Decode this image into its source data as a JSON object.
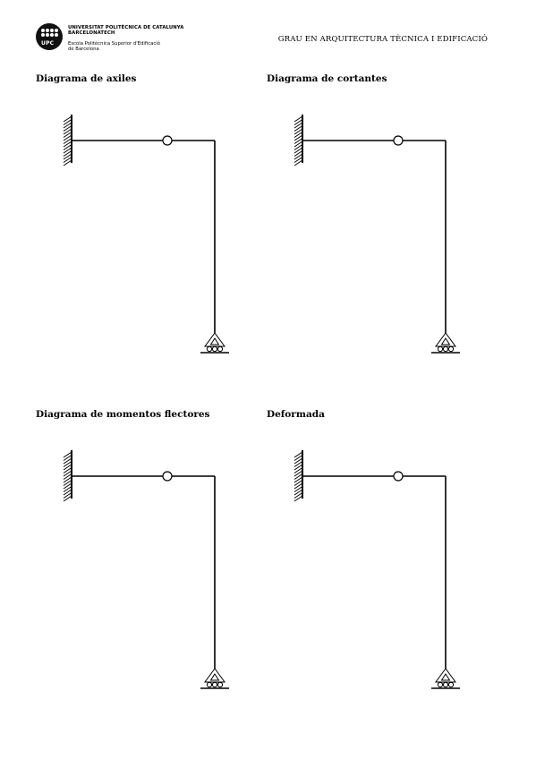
{
  "header": {
    "logo_text": "UPC",
    "university_lines": [
      "UNIVERSITAT POLITÈCNICA DE CATALUNYA",
      "BARCELONATECH"
    ],
    "school_lines": [
      "Escola Politècnica Superior d'Edificació",
      "de Barcelona"
    ],
    "degree_title": "GRAU EN ARQUITECTURA TÈCNICA I EDIFICACIÓ"
  },
  "panels": [
    {
      "title": "Diagrama de axiles"
    },
    {
      "title": "Diagrama de cortantes"
    },
    {
      "title": "Diagrama de momentos flectores"
    },
    {
      "title": "Deformada"
    }
  ]
}
